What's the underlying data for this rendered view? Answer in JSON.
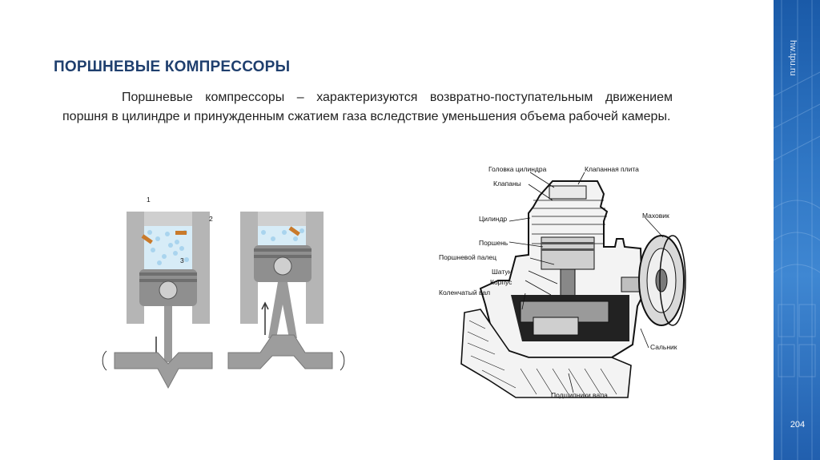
{
  "slide": {
    "title": "ПОРШНЕВЫЕ КОМПРЕССОРЫ",
    "intro": "Поршневые компрессоры – характеризуются возвратно-поступательным движением поршня в цилиндре и принужденным сжатием газа вследствие уменьшения объема рабочей камеры.",
    "site_label": "hw.tpu.ru",
    "page_number": "204"
  },
  "left_figure": {
    "markers": [
      "1",
      "2",
      "3"
    ]
  },
  "right_figure": {
    "labels": {
      "cylinder_head": "Головка цилиндра",
      "valve_plate": "Клапанная плита",
      "valves": "Клапаны",
      "cylinder": "Цилиндр",
      "flywheel": "Маховик",
      "piston": "Поршень",
      "piston_pin": "Поршневой палец",
      "connecting_rod": "Шатун",
      "housing": "Корпус",
      "crankshaft": "Коленчатый вал",
      "gland": "Сальник",
      "shaft_bearings": "Подшипники вала"
    }
  },
  "colors": {
    "title": "#1f3f6e",
    "side_band": "#2f76c4"
  }
}
